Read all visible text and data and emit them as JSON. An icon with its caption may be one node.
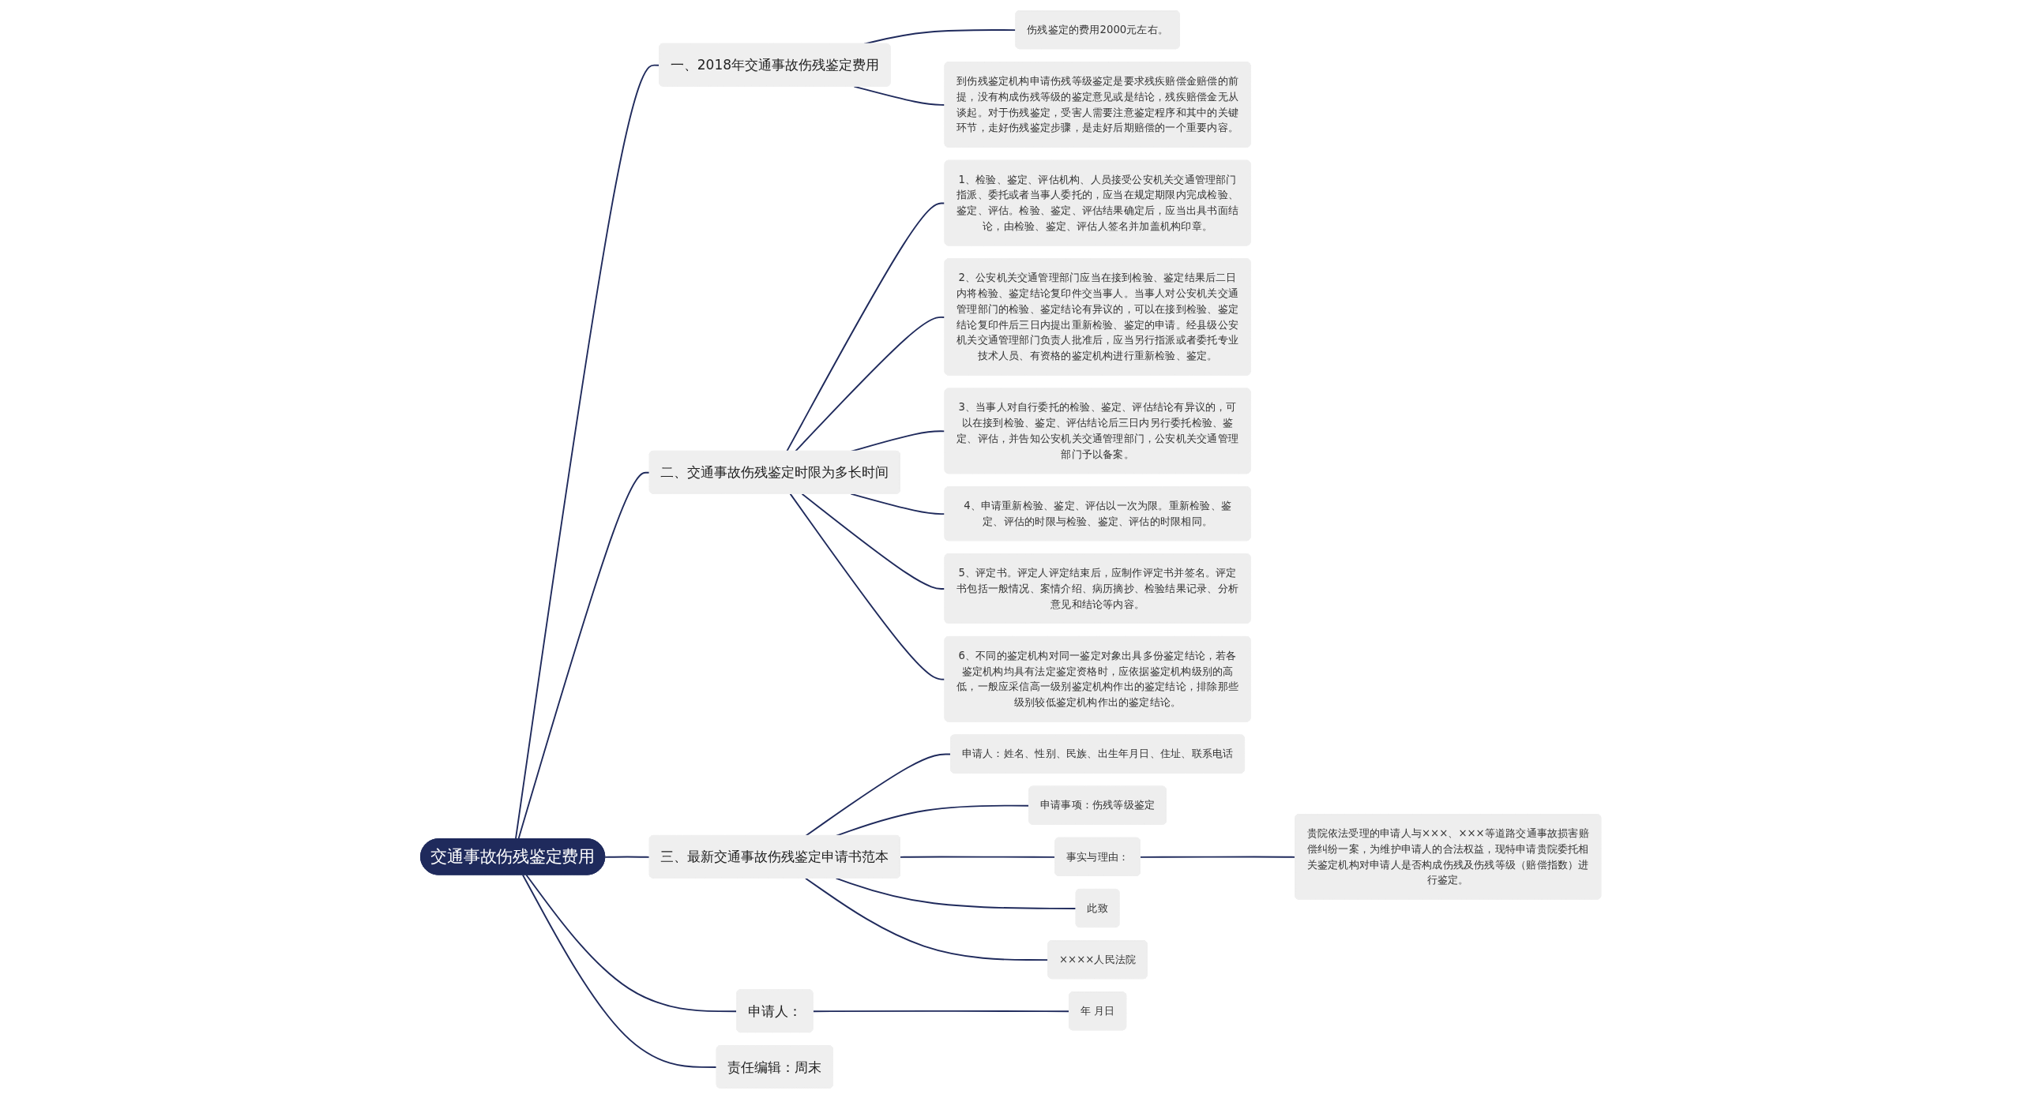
{
  "diagram": {
    "nodes": [
      {
        "text": [
          "交通事故伤残鉴定费用"
        ]
      },
      {
        "text": [
          "一、2018年交通事故伤残鉴定费用"
        ]
      },
      {
        "text": [
          "伤残鉴定的费用2000元左右。"
        ]
      },
      {
        "text": [
          "到伤残鉴定机构申请伤残等级鉴定是要求残疾赔偿金赔偿的前提，没有构成伤残等级的鉴定意见或是结论，残疾赔偿金无从谈起。对于伤残鉴定，受害人需要注意鉴定程序和其中的关键环节，走好伤残鉴定步骤，是走好后期赔偿的一个重要内容。"
        ]
      },
      {
        "text": [
          "二、交通事故伤残鉴定时限为多长时间"
        ]
      },
      {
        "text": [
          "1、检验、鉴定、评估机构、人员接受公安机关交通管理部门指派、委托或者当事人委托的，应当在规定期限内完成检验、鉴定、评估。检验、鉴定、评估结果确定后，应当出具书面结论，由检验、鉴定、评估人签名并加盖机构印章。"
        ]
      },
      {
        "text": [
          "2、公安机关交通管理部门应当在接到检验、鉴定结果后二日内将检验、鉴定结论复印件交当事人。当事人对公安机关交通管理部门的检验、鉴定结论有异议的，可以在接到检验、鉴定结论复印件后三日内提出重新检验、鉴定的申请。经县级公安机关交通管理部门负责人批准后，应当另行指派或者委托专业技术人员、有资格的鉴定机构进行重新检验、鉴定。"
        ]
      },
      {
        "text": [
          "3、当事人对自行委托的检验、鉴定、评估结论有异议的，可以在接到检验、鉴定、评估结论后三日内另行委托检验、鉴定、评估，并告知公安机关交通管理部门，公安机关交通管理部门予以备案。"
        ]
      },
      {
        "text": [
          "4、申请重新检验、鉴定、评估以一次为限。重新检验、鉴定、评估的时限与检验、鉴定、评估的时限相同。"
        ]
      },
      {
        "text": [
          "5、评定书。评定人评定结束后，应制作评定书并签名。评定书包括一般情况、案情介绍、病历摘抄、检验结果记录、分析意见和结论等内容。"
        ]
      },
      {
        "text": [
          "6、不同的鉴定机构对同一鉴定对象出具多份鉴定结论，若各鉴定机构均具有法定鉴定资格时，应依据鉴定机构级别的高低，一般应采信高一级别鉴定机构作出的鉴定结论，排除那些级别较低鉴定机构作出的鉴定结论。"
        ]
      },
      {
        "text": [
          "三、最新交通事故伤残鉴定申请书范本"
        ]
      },
      {
        "text": [
          "申请人：姓名、性别、民族、出生年月日、住址、联系电话"
        ]
      },
      {
        "text": [
          "申请事项：伤残等级鉴定"
        ]
      },
      {
        "text": [
          "事实与理由："
        ]
      },
      {
        "text": [
          "贵院依法受理的申请人与×××、×××等道路交通事故损害赔偿纠纷一案，为维护申请人的合法权益，现特申请贵院委托相关鉴定机构对申请人是否构成伤残及伤残等级（赔偿指数）进行鉴定。"
        ]
      },
      {
        "text": [
          "此致"
        ]
      },
      {
        "text": [
          "××××人民法院"
        ]
      },
      {
        "text": [
          "申请人："
        ]
      },
      {
        "text": [
          "年 月日"
        ]
      },
      {
        "text": [
          "责任编辑：周末"
        ]
      }
    ],
    "edges": [
      {
        "from": 0,
        "to": 1,
        "arrow": "none"
      },
      {
        "from": 1,
        "to": 2,
        "arrow": "none"
      },
      {
        "from": 1,
        "to": 3,
        "arrow": "none"
      },
      {
        "from": 0,
        "to": 4,
        "arrow": "none"
      },
      {
        "from": 4,
        "to": 5,
        "arrow": "none"
      },
      {
        "from": 4,
        "to": 6,
        "arrow": "none"
      },
      {
        "from": 4,
        "to": 7,
        "arrow": "none"
      },
      {
        "from": 4,
        "to": 8,
        "arrow": "none"
      },
      {
        "from": 4,
        "to": 9,
        "arrow": "none"
      },
      {
        "from": 4,
        "to": 10,
        "arrow": "none"
      },
      {
        "from": 0,
        "to": 11,
        "arrow": "none"
      },
      {
        "from": 11,
        "to": 12,
        "arrow": "none"
      },
      {
        "from": 11,
        "to": 13,
        "arrow": "none"
      },
      {
        "from": 11,
        "to": 14,
        "arrow": "none"
      },
      {
        "from": 14,
        "to": 15,
        "arrow": "none"
      },
      {
        "from": 11,
        "to": 16,
        "arrow": "none"
      },
      {
        "from": 11,
        "to": 17,
        "arrow": "none"
      },
      {
        "from": 0,
        "to": 18,
        "arrow": "none"
      },
      {
        "from": 18,
        "to": 19,
        "arrow": "none"
      },
      {
        "from": 0,
        "to": 20,
        "arrow": "none"
      }
    ]
  }
}
